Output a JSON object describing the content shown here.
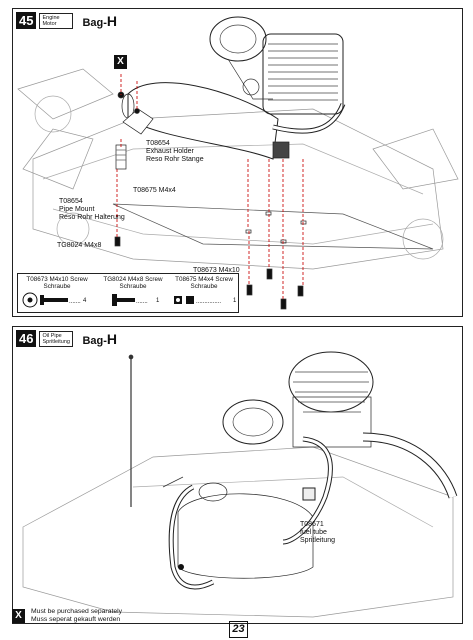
{
  "step45": {
    "number": "45",
    "category_en": "Engine",
    "category_de": "Motor",
    "bag_prefix": "Bag-",
    "bag_letter": "H",
    "x_mark": "X",
    "labels": {
      "exhaust_holder_code": "T08654",
      "exhaust_holder_en": "Exhaust Holder",
      "exhaust_holder_de": "Reso Rohr Stange",
      "screw_m4x4": "T08675 M4x4",
      "pipe_mount_code": "T08654",
      "pipe_mount_en": "Pipe Mount",
      "pipe_mount_de": "Reso Rohr Halterung",
      "screw_m4x8": "TG8024 M4x8",
      "screw_m4x10": "T08673 M4x10"
    },
    "parts": [
      {
        "code": "T08673",
        "name_en": "M4x10 Screw",
        "name_de": "Schraube",
        "qty": "4"
      },
      {
        "code": "TG8024",
        "name_en": "M4x8 Screw",
        "name_de": "Schraube",
        "qty": "1"
      },
      {
        "code": "T08675",
        "name_en": "M4x4 Screw",
        "name_de": "Schraube",
        "qty": "1"
      }
    ]
  },
  "step46": {
    "number": "46",
    "category_en": "Oil Pipe",
    "category_de": "Spritleitung",
    "bag_prefix": "Bag-",
    "bag_letter": "H",
    "labels": {
      "fuel_tube_code": "T08671",
      "fuel_tube_en": "fuel tube",
      "fuel_tube_de": "Spritleitung"
    }
  },
  "footer": {
    "x_mark": "X",
    "note_en": "Must be purchased separately",
    "note_de": "Muss seperat gekauft werden",
    "page_number": "23"
  }
}
